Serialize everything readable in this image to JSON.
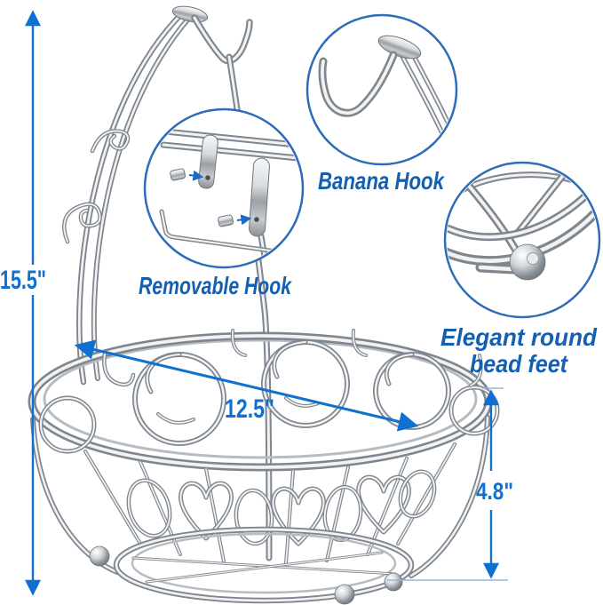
{
  "dimensions": {
    "overall_height": "15.5\"",
    "basket_diameter": "12.5\"",
    "basket_height": "4.8\""
  },
  "callouts": {
    "banana_hook": "Banana Hook",
    "removable_hook": "Removable Hook",
    "bead_feet_line1": "Elegant round",
    "bead_feet_line2": "bead feet"
  },
  "colors": {
    "dimension_blue": "#1070cf",
    "callout_text_blue": "#155fb0",
    "callout_circle_blue": "#2d6cb8",
    "chrome_dark": "#7f868d",
    "chrome_highlight": "#f0f2f4",
    "background": "#ffffff"
  }
}
